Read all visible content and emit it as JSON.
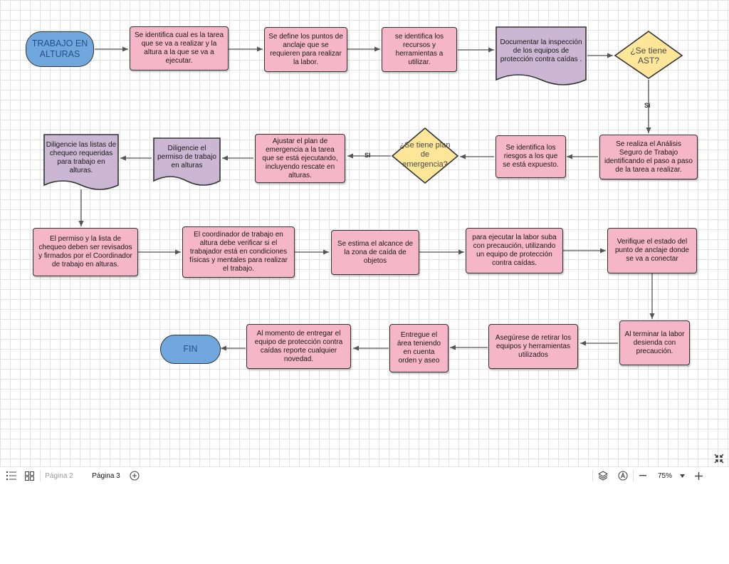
{
  "flowchart": {
    "start": "TRABAJO EN ALTURAS",
    "end": "FIN",
    "steps": {
      "s1": "Se identifica cual es la tarea que se va a realizar y la altura a la que se va a ejecutar.",
      "s2": "Se define los puntos de anclaje que se requieren para realizar la labor.",
      "s3": "se identifica los recursos y herramientas a utilizar.",
      "s4": "Documentar la inspección de los equipos de protección contra caídas .",
      "d1": "¿Se tiene AST?",
      "s5": "Se realiza el Análisis Seguro de Trabajo identificando el paso a paso de la tarea a realizar.",
      "s6": "Se identifica los riesgos a los que se está expuesto.",
      "d2": "¿Se tiene plan de emergencia?",
      "s7": "Ajustar el plan de emergencia a la tarea que se está ejecutando, incluyendo rescate en alturas.",
      "s8": "Diligencie el permiso de trabajo en alturas",
      "s9": "Diligencie las listas de chequeo requeridas para trabajo en alturas.",
      "s10": "El permiso y la lista de chequeo deben ser revisados y firmados por el Coordinador de trabajo en alturas.",
      "s11": "El coordinador de trabajo en altura debe verificar si el trabajador está en condiciones físicas y mentales para realizar el trabajo.",
      "s12": "Se estima el alcance de la zona de caída de objetos",
      "s13": "para ejecutar la labor suba con precaución, utilizando un equipo de protección contra caídas.",
      "s14": "Verifique el estado del punto de anclaje donde se va a conectar",
      "s15": "Al terminar la labor desienda con precaución.",
      "s16": "Asegúrese de retirar los equipos y herramientas utilizados",
      "s17": "Entregue el área teniendo en cuenta orden y aseo",
      "s18": "Al momento de entregar el equipo de protección contra caídas reporte cualquier novedad."
    },
    "labels": {
      "si_ast": "Sí",
      "si_plan": "SI"
    }
  },
  "toolbar": {
    "page_prev": "Página 2",
    "page_current": "Página 3",
    "zoom": "75%",
    "icons": [
      "list-icon",
      "grid-icon",
      "add-page-icon",
      "layers-icon",
      "accessibility-icon",
      "zoom-out-icon",
      "zoom-dropdown-icon",
      "zoom-in-icon",
      "collapse-icon"
    ]
  },
  "colors": {
    "process": "#f5b6c8",
    "document": "#cbb6d3",
    "decision": "#fde59a",
    "terminal": "#70a8dd",
    "stroke": "#333333",
    "edge": "#555555"
  }
}
